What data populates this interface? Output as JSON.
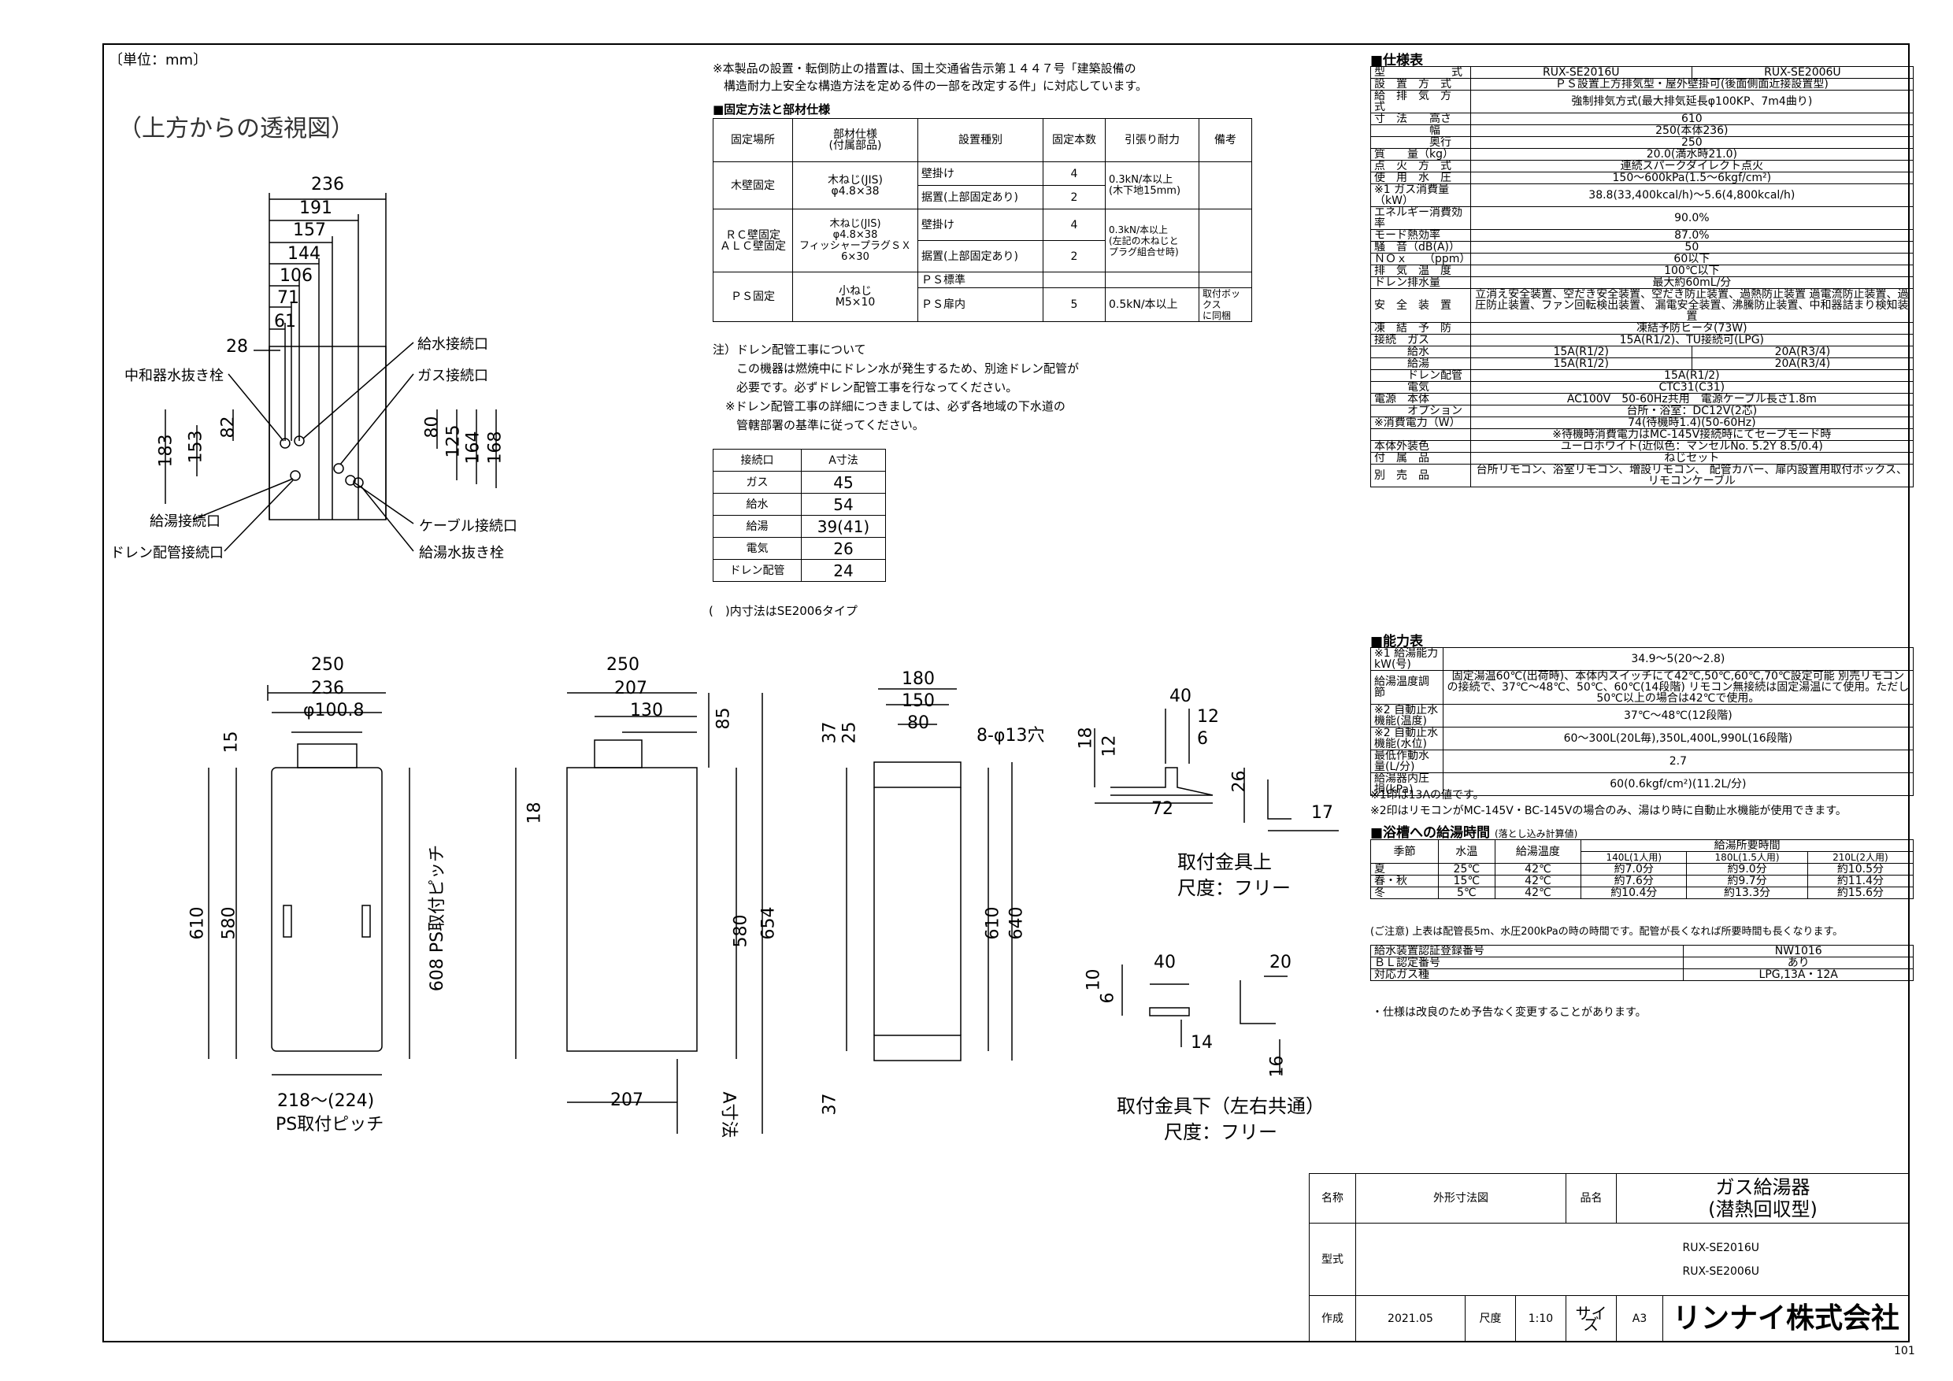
{
  "unit_note": "〔単位：mm〕",
  "perspective_title": "（上方からの透視図）",
  "top_view": {
    "dims_horizontal": [
      "236",
      "191",
      "157",
      "144",
      "106",
      "71",
      "61",
      "28"
    ],
    "dims_vertical": [
      "183",
      "153",
      "82",
      "80",
      "125",
      "164",
      "168"
    ],
    "labels": {
      "neutralizer": "中和器水抜き栓",
      "water_in": "給水接続口",
      "gas": "ガス接続口",
      "hot_out": "給湯接続口",
      "drain": "ドレン配管接続口",
      "cable": "ケーブル接続口",
      "hot_drain": "給湯水抜き栓"
    }
  },
  "notice": [
    "※本製品の設置・転倒防止の措置は、国土交通省告示第１４４７号「建築設備の",
    "構造耐力上安全な構造方法を定める件の一部を改定する件」に対応しています。"
  ],
  "fixing": {
    "title": "■固定方法と部材仕様",
    "headers": [
      "固定場所",
      "部材仕様\n(付属部品)",
      "設置種別",
      "固定本数",
      "引張り耐力",
      "備考"
    ],
    "rows": [
      [
        "木壁固定",
        "木ねじ(JIS)\nφ4.8×38",
        "壁掛け",
        "4",
        "0.3kN/本以上\n(木下地15mm)",
        ""
      ],
      [
        "",
        "",
        "据置(上部固定あり)",
        "2",
        "",
        ""
      ],
      [
        "ＲＣ壁固定\nＡＬＣ壁固定",
        "木ねじ(JIS)\nφ4.8×38\nフィッシャープラグＳＸ\n6×30",
        "壁掛け",
        "4",
        "0.3kN/本以上\n(左記の木ねじと\nプラグ組合せ時)",
        ""
      ],
      [
        "",
        "",
        "据置(上部固定あり)",
        "2",
        "",
        ""
      ],
      [
        "ＰＳ固定",
        "小ねじ\nM5×10",
        "ＰＳ標準",
        "",
        "",
        ""
      ],
      [
        "",
        "",
        "ＰＳ扉内",
        "5",
        "0.5kN/本以上",
        "取付ボックス\nに同梱"
      ]
    ]
  },
  "drain_note": [
    "注）ドレン配管工事について",
    "この機器は燃焼中にドレン水が発生するため、別途ドレン配管が",
    "必要です。必ずドレン配管工事を行なってください。",
    "※ドレン配管工事の詳細につきましては、必ず各地域の下水道の",
    "管轄部署の基準に従ってください。"
  ],
  "a_table": {
    "headers": [
      "接続口",
      "A寸法"
    ],
    "rows": [
      [
        "ガス",
        "45"
      ],
      [
        "給水",
        "54"
      ],
      [
        "給湯",
        "39(41)"
      ],
      [
        "電気",
        "26"
      ],
      [
        "ドレン配管",
        "24"
      ]
    ],
    "footnote": "(　)内寸法はSE2006タイプ"
  },
  "front_view": {
    "dims": [
      "250",
      "236",
      "φ100.8",
      "15",
      "610",
      "580",
      "608 PS取付ピッチ",
      "218〜(224)"
    ],
    "caption": "PS取付ピッチ"
  },
  "side_view": {
    "dims": [
      "250",
      "207",
      "130",
      "85",
      "18",
      "580",
      "654",
      "207"
    ],
    "caption": "A寸法"
  },
  "back_view": {
    "dims": [
      "180",
      "150",
      "80",
      "8-φ13穴",
      "37",
      "25",
      "610",
      "640",
      "37"
    ]
  },
  "bracket_top": {
    "dims": [
      "40",
      "12",
      "6",
      "18",
      "12",
      "72",
      "26",
      "17"
    ],
    "title": "取付金具上",
    "scale": "尺度：フリー"
  },
  "bracket_bottom": {
    "dims": [
      "40",
      "20",
      "10",
      "6",
      "14",
      "16"
    ],
    "title": "取付金具下（左右共通）",
    "scale": "尺度：フリー"
  },
  "spec": {
    "title": "■仕様表",
    "rows": [
      [
        "型　　　　　　式",
        "RUX-SE2016U",
        "RUX-SE2006U"
      ],
      [
        "設　置　方　式",
        "ＰＳ設置上方排気型・屋外壁掛可(後面側面近接設置型)",
        ""
      ],
      [
        "給　排　気　方　式",
        "強制排気方式(最大排気延長φ100KP、7m4曲り)",
        ""
      ],
      [
        "寸　法　　高さ",
        "610",
        ""
      ],
      [
        "　　　　　幅",
        "250(本体236)",
        ""
      ],
      [
        "　　　　　奥行",
        "250",
        ""
      ],
      [
        "質　　量（kg）",
        "20.0(満水時21.0)",
        ""
      ],
      [
        "点　火　方　式",
        "連続スパークダイレクト点火",
        ""
      ],
      [
        "使　用　水　圧",
        "150〜600kPa(1.5〜6kgf/cm²)",
        ""
      ],
      [
        "※1 ガス消費量（kW）",
        "38.8(33,400kcal/h)〜5.6(4,800kcal/h)",
        ""
      ],
      [
        "エネルギー消費効率",
        "90.0%",
        ""
      ],
      [
        "モード熱効率",
        "87.0%",
        ""
      ],
      [
        "騒　音（dB(A)）",
        "50",
        ""
      ],
      [
        "ＮＯｘ　　（ppm）",
        "60以下",
        ""
      ],
      [
        "排　気　温　度",
        "100℃以下",
        ""
      ],
      [
        "ドレン排水量",
        "最大約60mL/分",
        ""
      ],
      [
        "安　全　装　置",
        "立消え安全装置、空だき安全装置、空だき防止装置、過熱防止装置 過電流防止装置、過圧防止装置、ファン回転検出装置、 漏電安全装置、沸騰防止装置、中和器詰まり検知装置",
        ""
      ],
      [
        "凍　結　予　防",
        "凍結予防ヒータ(73W)",
        ""
      ],
      [
        "接続　ガス",
        "15A(R1/2)、TU接続可(LPG)",
        ""
      ],
      [
        "　　　給水",
        "15A(R1/2)",
        "20A(R3/4)"
      ],
      [
        "　　　給湯",
        "15A(R1/2)",
        "20A(R3/4)"
      ],
      [
        "　　　ドレン配管",
        "15A(R1/2)",
        ""
      ],
      [
        "　　　電気",
        "CTC31(C31)",
        ""
      ],
      [
        "電源　本体",
        "AC100V　50-60Hz共用　電源ケーブル長さ1.8m",
        ""
      ],
      [
        "　　　オプション",
        "台所・浴室：DC12V(2芯)",
        ""
      ],
      [
        "※消費電力（W）",
        "74(待機時1.4)(50-60Hz)",
        ""
      ],
      [
        "",
        "※待機時消費電力はMC-145V接続時にてセーブモード時",
        ""
      ],
      [
        "本体外装色",
        "ユーロホワイト(近似色：マンセルNo. 5.2Y 8.5/0.4)",
        ""
      ],
      [
        "付　属　品",
        "ねじセット",
        ""
      ],
      [
        "別　売　品",
        "台所リモコン、浴室リモコン、増設リモコン、 配管カバー、扉内設置用取付ボックス、リモコンケーブル",
        ""
      ]
    ]
  },
  "capacity": {
    "title": "■能力表",
    "rows": [
      [
        "※1 給湯能力kW(号)",
        "34.9〜5(20〜2.8)"
      ],
      [
        "給湯温度調節",
        "固定湯温60℃(出荷時)、本体内スイッチにて42℃,50℃,60℃,70℃設定可能 別売リモコンの接続で、37℃〜48℃、50℃、60℃(14段階) リモコン無接続は固定湯温にて使用。ただし50℃以上の場合は42℃で使用。"
      ],
      [
        "※2 自動止水機能(温度)",
        "37℃〜48℃(12段階)"
      ],
      [
        "※2 自動止水機能(水位)",
        "60〜300L(20L毎),350L,400L,990L(16段階)"
      ],
      [
        "最低作動水量(L/分)",
        "2.7"
      ],
      [
        "給湯器内圧損(kPa)",
        "60(0.6kgf/cm²)(11.2L/分)"
      ]
    ],
    "notes": [
      "※1印は13Aの値です。",
      "※2印はリモコンがMC-145V・BC-145Vの場合のみ、湯はり時に自動止水機能が使用できます。"
    ]
  },
  "bath": {
    "title": "■浴槽への給湯時間",
    "title_sub": "(落とし込み計算値)",
    "headers": [
      "季節",
      "水温",
      "給湯温度",
      "給湯所要時間"
    ],
    "subheaders": [
      "140L(1人用)",
      "180L(1.5人用)",
      "210L(2人用)"
    ],
    "rows": [
      [
        "夏",
        "25℃",
        "42℃",
        "約7.0分",
        "約9.0分",
        "約10.5分"
      ],
      [
        "春・秋",
        "15℃",
        "42℃",
        "約7.6分",
        "約9.7分",
        "約11.4分"
      ],
      [
        "冬",
        "5℃",
        "42℃",
        "約10.4分",
        "約13.3分",
        "約15.6分"
      ]
    ],
    "note": "(ご注意) 上表は配管長5m、水圧200kPaの時の時間です。配管が長くなれば所要時間も長くなります。"
  },
  "cert": {
    "rows": [
      [
        "給水装置認証登録番号",
        "NW1016"
      ],
      [
        "ＢＬ認定番号",
        "あり"
      ],
      [
        "対応ガス種",
        "LPG,13A・12A"
      ]
    ],
    "note": "・仕様は改良のため予告なく変更することがあります。"
  },
  "titleblock": {
    "name_label": "名称",
    "name": "外形寸法図",
    "product_label": "品名",
    "product": "ガス給湯器\n(潜熱回収型)",
    "model_label": "型式",
    "model1": "RUX-SE2016U",
    "model2": "RUX-SE2006U",
    "made_label": "作成",
    "date": "2021.05",
    "scale_label": "尺度",
    "scale": "1:10",
    "size_label": "サイズ",
    "size": "A3",
    "company": "リンナイ株式会社",
    "page": "101"
  }
}
